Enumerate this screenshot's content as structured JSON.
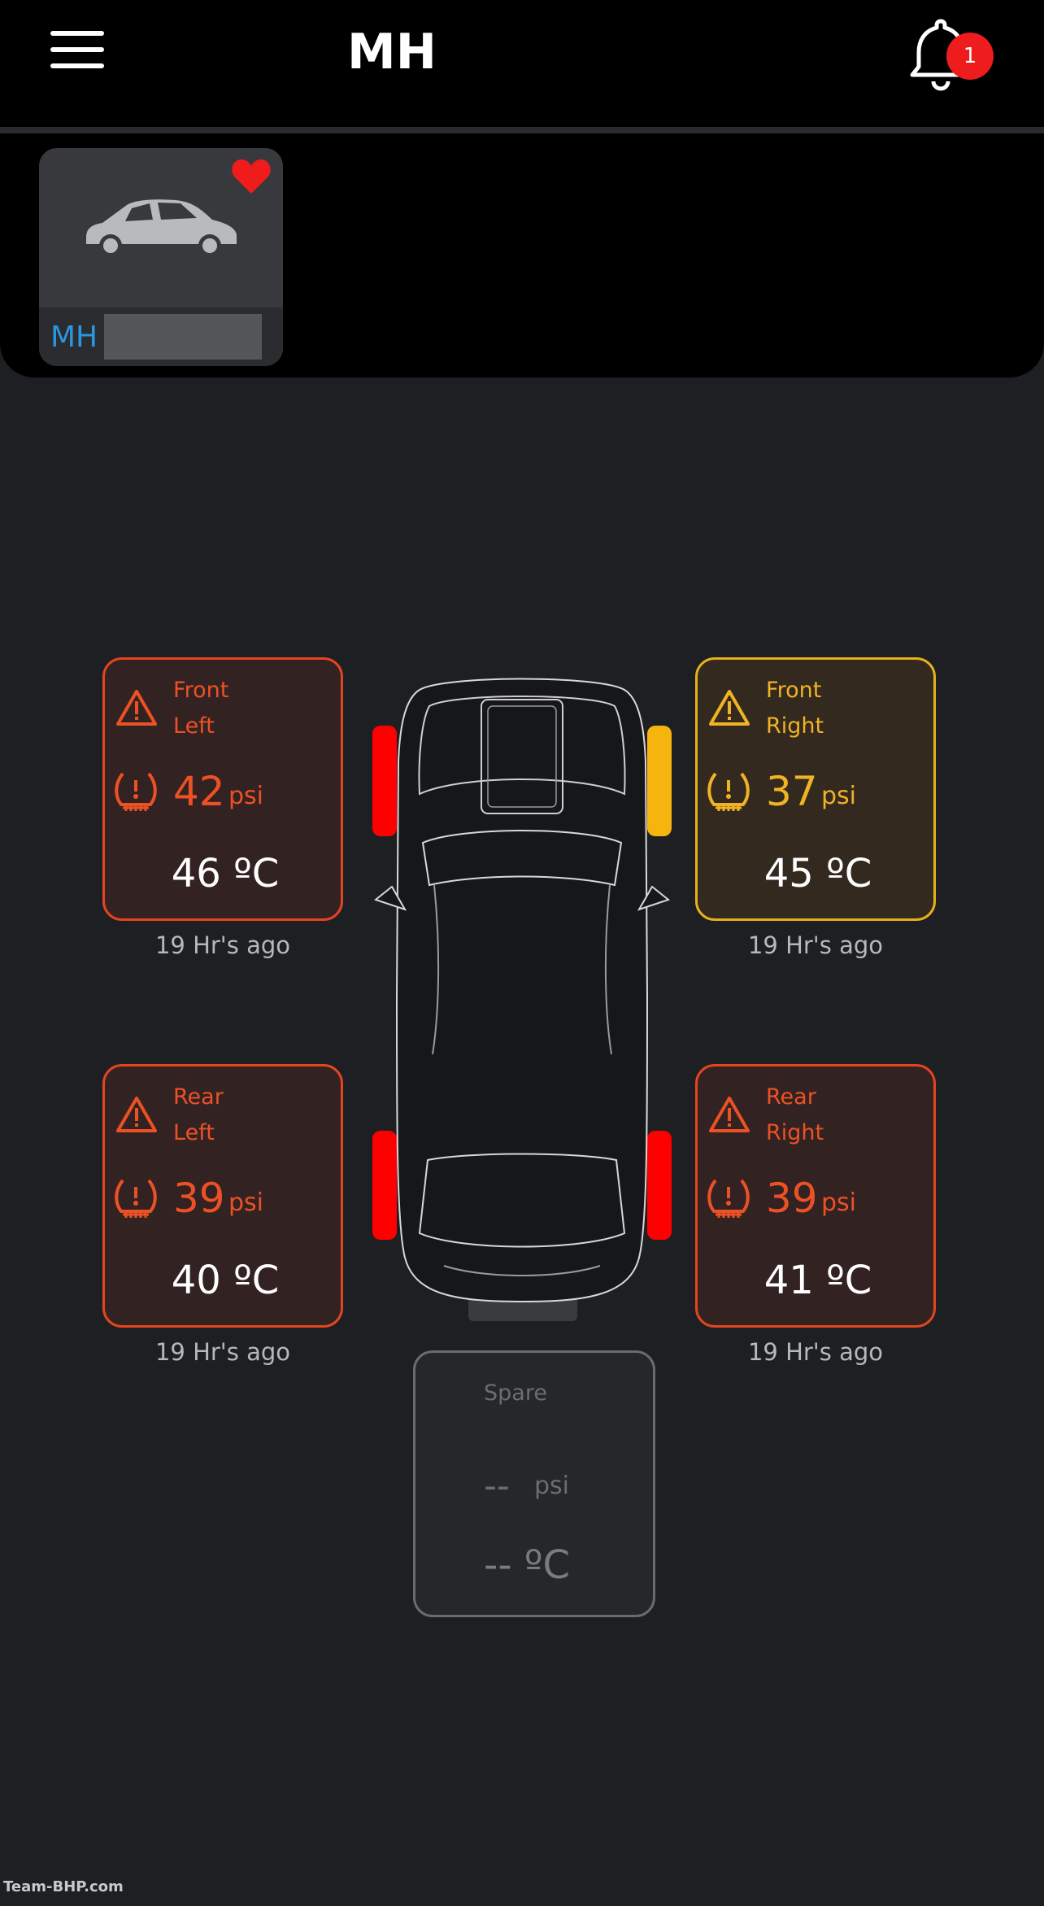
{
  "header": {
    "title": "MH",
    "notification_count": "1",
    "menu_icon": "hamburger-menu-icon",
    "bell_icon": "bell-icon"
  },
  "vehicle": {
    "plate_prefix": "MH",
    "favorite_icon": "heart-icon",
    "thumbnail_icon": "car-side-icon"
  },
  "tires": {
    "front_left": {
      "line1": "Front",
      "line2": "Left",
      "pressure": "42",
      "unit": "psi",
      "temp": "46 ºC",
      "updated": "19 Hr's ago",
      "status": "alert"
    },
    "front_right": {
      "line1": "Front",
      "line2": "Right",
      "pressure": "37",
      "unit": "psi",
      "temp": "45 ºC",
      "updated": "19 Hr's ago",
      "status": "warning"
    },
    "rear_left": {
      "line1": "Rear",
      "line2": "Left",
      "pressure": "39",
      "unit": "psi",
      "temp": "40 ºC",
      "updated": "19 Hr's ago",
      "status": "alert"
    },
    "rear_right": {
      "line1": "Rear",
      "line2": "Right",
      "pressure": "39",
      "unit": "psi",
      "temp": "41 ºC",
      "updated": "19 Hr's ago",
      "status": "alert"
    }
  },
  "spare": {
    "label": "Spare",
    "pressure": "-- ",
    "unit": "psi",
    "temp": "-- ºC"
  },
  "colors": {
    "alert": "#ec5125",
    "warning": "#f0b324",
    "tire_alert": "#ff0000",
    "tire_warning": "#f5b50e",
    "background": "#1e1f23"
  },
  "watermark": "Team-BHP.com"
}
